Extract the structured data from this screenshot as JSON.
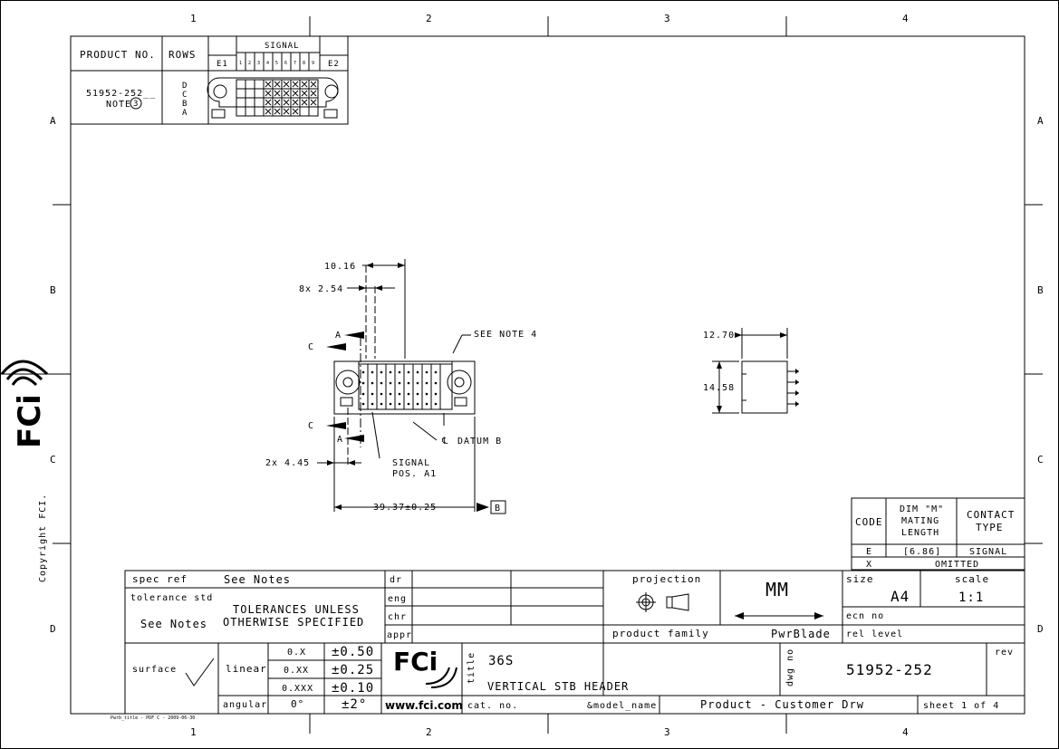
{
  "border": {
    "cols": [
      "1",
      "2",
      "3",
      "4"
    ],
    "rows": [
      "A",
      "B",
      "C",
      "D"
    ],
    "copyright": "Copyright FCI.",
    "logo": "FCi",
    "footnote": "Pwrb_title - PDF C - 2009-06-30"
  },
  "product_table": {
    "h_product": "PRODUCT NO.",
    "h_rows": "ROWS",
    "h_signal": "SIGNAL",
    "h_e1": "E1",
    "h_e2": "E2",
    "signal_cols": [
      "1",
      "2",
      "3",
      "4",
      "5",
      "6",
      "7",
      "8",
      "9"
    ],
    "part": "51952-252__",
    "note": "NOTE",
    "note_num": "3",
    "rows": [
      "D",
      "C",
      "B",
      "A"
    ]
  },
  "drawing": {
    "dim_1016": "10.16",
    "dim_8x254": "8x 2.54",
    "a_label": "A",
    "c_label": "C",
    "see_note": "SEE NOTE 4",
    "datum": "DATUM B",
    "signal_pos_1": "SIGNAL",
    "signal_pos_2": "POS. A1",
    "dim_2x445": "2x 4.45",
    "dim_3937": "39.37±0.25",
    "datum_box": "B",
    "dim_1270": "12.70",
    "dim_1458": "14.58"
  },
  "code_table": {
    "h_code": "CODE",
    "h_dim_1": "DIM \"M\"",
    "h_dim_2": "MATING",
    "h_dim_3": "LENGTH",
    "h_contact_1": "CONTACT",
    "h_contact_2": "TYPE",
    "row1_code": "E",
    "row1_dim": "[6.86]",
    "row1_type": "SIGNAL",
    "row2_code": "X",
    "row2_val": "OMITTED"
  },
  "title_block": {
    "spec_ref": "spec ref",
    "see_notes": "See Notes",
    "tolerance_std": "tolerance std",
    "see_notes2": "See Notes",
    "tol_line1": "TOLERANCES UNLESS",
    "tol_line2": "OTHERWISE SPECIFIED",
    "dr": "dr",
    "eng": "eng",
    "chr": "chr",
    "appr": "appr",
    "projection": "projection",
    "units": "MM",
    "size_label": "size",
    "size": "A4",
    "scale_label": "scale",
    "scale": "1:1",
    "ecn": "ecn no",
    "product_family": "product family",
    "family": "PwrBlade",
    "rel_level": "rel level",
    "surface": "surface",
    "linear": "linear",
    "angular": "angular",
    "tol_x": "0.X",
    "tol_x_v": "±0.50",
    "tol_xx": "0.XX",
    "tol_xx_v": "±0.25",
    "tol_xxx": "0.XXX",
    "tol_xxx_v": "±0.10",
    "ang": "0°",
    "ang_v": "±2°",
    "logo": "FCi",
    "url": "www.fci.com",
    "title_label": "title",
    "title1": "36S",
    "title2": "VERTICAL STB HEADER",
    "dwg_label": "dwg no",
    "dwg_no": "51952-252",
    "rev": "rev",
    "cat": "cat. no.",
    "model": "&model_name",
    "drw": "Product - Customer Drw",
    "sheet": "sheet 1 of 4"
  }
}
